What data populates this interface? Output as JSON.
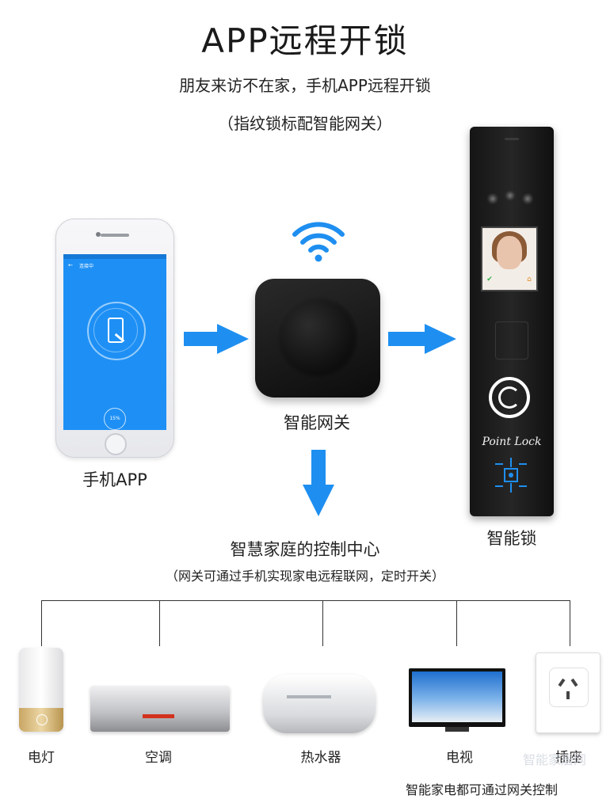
{
  "header": {
    "title": "APP远程开锁",
    "subtitle": "朋友来访不在家，手机APP远程开锁",
    "note": "（指纹锁标配智能网关）"
  },
  "phone": {
    "label": "手机APP",
    "screen_title": "连接中",
    "progress_text": "15%"
  },
  "gateway": {
    "label": "智能网关"
  },
  "lock": {
    "label": "智能锁",
    "brand": "Point Lock"
  },
  "hub": {
    "title": "智慧家庭的控制中心",
    "note": "（网关可通过手机实现家电远程联网，定时开关）"
  },
  "devices": [
    {
      "label": "电灯"
    },
    {
      "label": "空调"
    },
    {
      "label": "热水器"
    },
    {
      "label": "电视"
    },
    {
      "label": "插座"
    }
  ],
  "footer": {
    "text": "智能家电都可通过网关控制"
  },
  "watermark": {
    "text": "智能家居网"
  },
  "colors": {
    "accent": "#1e8ff0",
    "phone_screen": "#1e90f5",
    "dark": "#111111"
  },
  "icons": [
    "wifi-icon",
    "arrow-right-icon",
    "arrow-down-icon",
    "fingerprint-icon",
    "lock-icon"
  ]
}
